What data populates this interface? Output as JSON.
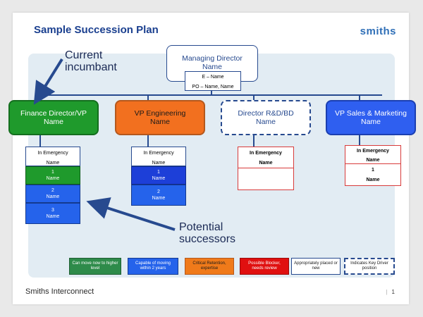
{
  "title": "Sample Succession Plan",
  "logo": "smiths",
  "footer": {
    "company": "Smiths Interconnect",
    "divider": "|",
    "page": "1"
  },
  "top": {
    "title": "Managing Director",
    "name": "Name",
    "sub1": "E – Name",
    "sub2": "PO – Name, Name"
  },
  "callouts": {
    "current": [
      "Current",
      "incumbant"
    ],
    "potential": [
      "Potential",
      "successors"
    ]
  },
  "roles": [
    {
      "title": "Finance Director/VP",
      "name": "Name"
    },
    {
      "title": "VP Engineering",
      "name": "Name"
    },
    {
      "title": "Director R&D/BD",
      "name": "Name"
    },
    {
      "title": "VP Sales & Marketing",
      "name": "Name"
    }
  ],
  "emergency": [
    {
      "label": "In Emergency",
      "name": "Name"
    },
    {
      "label": "In Emergency",
      "name": "Name"
    },
    {
      "label": "In Emergency",
      "name": "Name"
    },
    {
      "label": "In Emergency",
      "name": "Name"
    }
  ],
  "successors": {
    "finance": [
      {
        "num": "1",
        "name": "Name"
      },
      {
        "num": "2",
        "name": "Name"
      },
      {
        "num": "3",
        "name": "Name"
      }
    ],
    "engineering": [
      {
        "num": "1",
        "name": "Name"
      },
      {
        "num": "2",
        "name": "Name"
      }
    ],
    "sales": [
      {
        "num": "1",
        "name": "Name"
      }
    ]
  },
  "legend": [
    {
      "label": "Can move now to higher level",
      "color": "#2e8b4a"
    },
    {
      "label": "Capable of moving within 2 years",
      "color": "#2563eb"
    },
    {
      "label": "Critical Retention, expertise",
      "color": "#f07a1a"
    },
    {
      "label": "Possible Blocker, needs review",
      "color": "#e01010"
    },
    {
      "label": "Appropriately placed or new",
      "color": "#ffffff"
    },
    {
      "label": "Indicates Key Driver position",
      "color": "#ffffff"
    }
  ],
  "colors": {
    "green": "#1f9a2c",
    "orange": "#f2701f",
    "blue": "#2f5ff0",
    "navy": "#274a8f"
  }
}
